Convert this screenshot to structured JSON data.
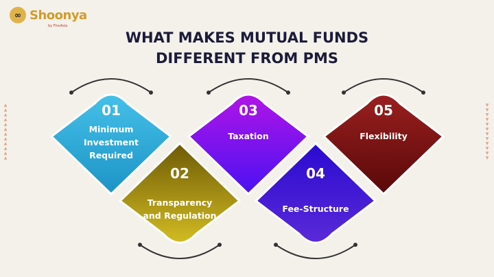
{
  "brand": {
    "logo_text": "Shoonya",
    "logo_sub": "by FinvAsia"
  },
  "title": {
    "line1": "WHAT MAKES MUTUAL FUNDS",
    "line2": "DIFFERENT FROM PMS"
  },
  "items": [
    {
      "number": "01",
      "label": [
        "Minimum",
        "Investment",
        "Required"
      ],
      "colors": [
        "#45c0e8",
        "#1c93c6"
      ],
      "row": "top"
    },
    {
      "number": "02",
      "label": [
        "Transparency",
        "and Regulation"
      ],
      "colors": [
        "#6e5a06",
        "#d2bc22"
      ],
      "row": "bottom"
    },
    {
      "number": "03",
      "label": [
        "Taxation"
      ],
      "colors": [
        "#b014e8",
        "#4a12f2"
      ],
      "row": "top"
    },
    {
      "number": "04",
      "label": [
        "Fee-Structure"
      ],
      "colors": [
        "#2a0ad0",
        "#5a2ad8"
      ],
      "row": "bottom"
    },
    {
      "number": "05",
      "label": [
        "Flexibility"
      ],
      "colors": [
        "#9a2020",
        "#5a0808"
      ],
      "row": "top"
    }
  ]
}
